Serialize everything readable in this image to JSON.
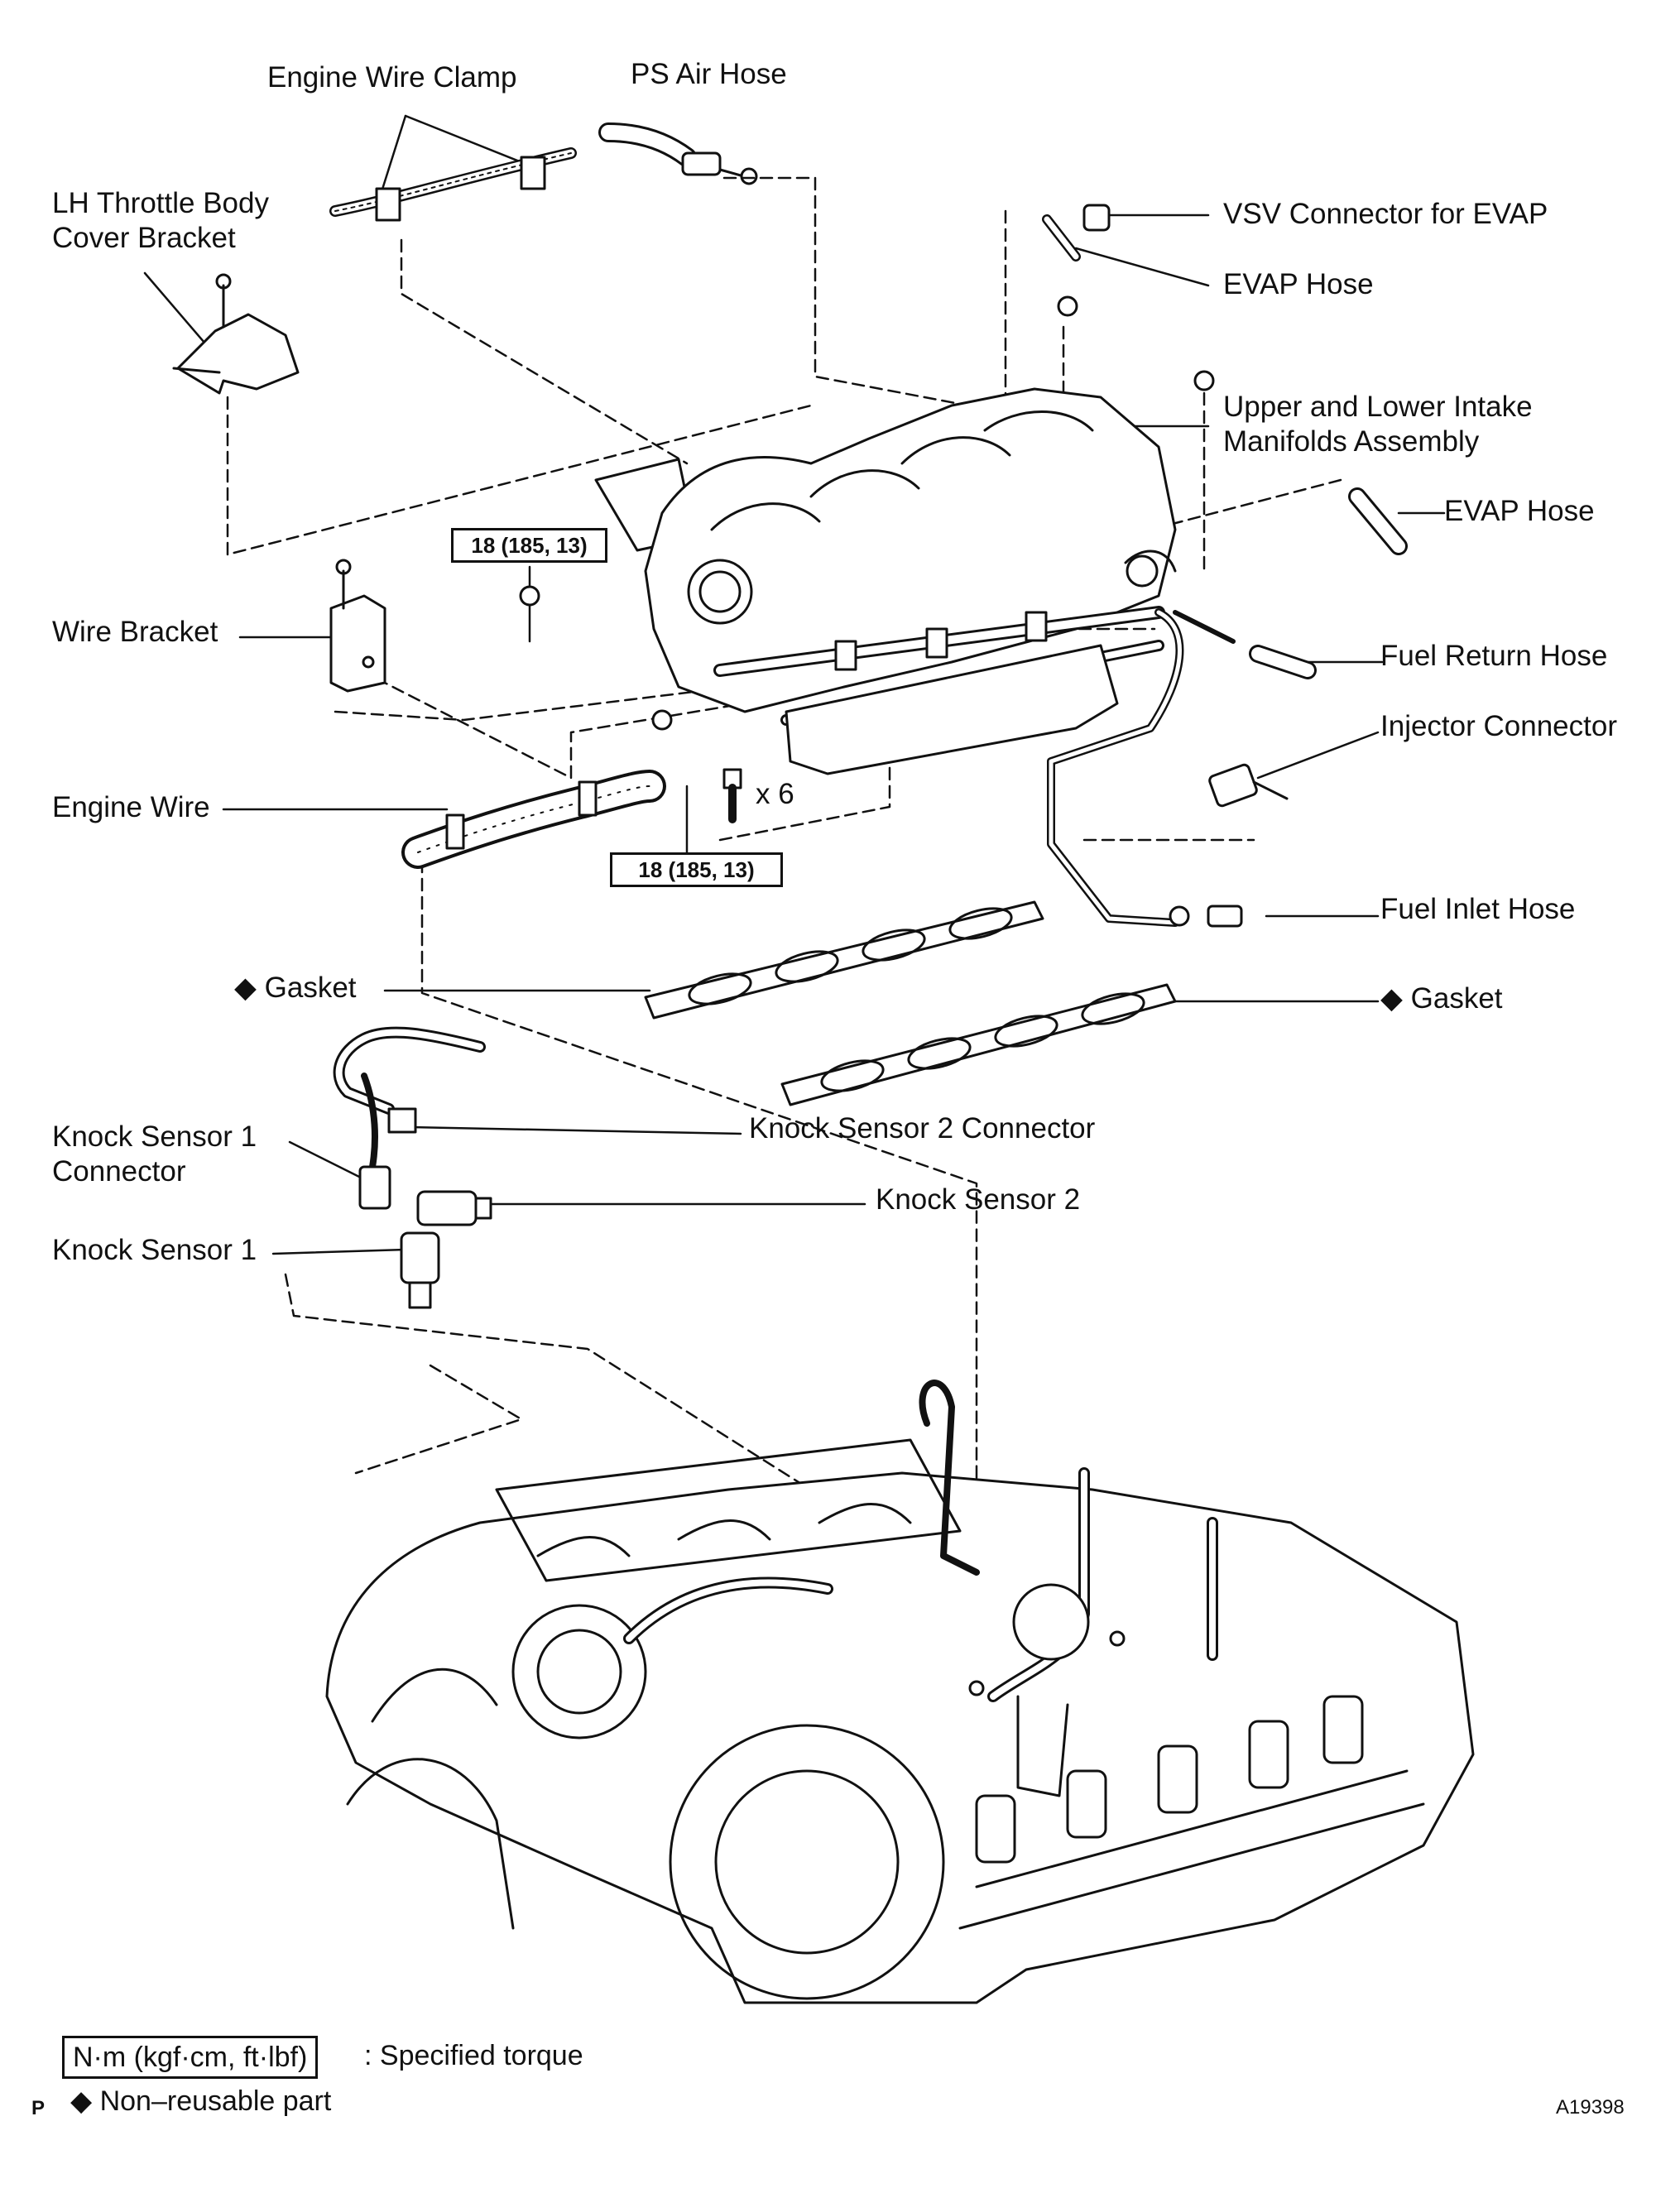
{
  "labels": {
    "engine_wire_clamp": "Engine Wire Clamp",
    "ps_air_hose": "PS Air Hose",
    "lh_throttle_line1": "LH Throttle Body",
    "lh_throttle_line2": "Cover Bracket",
    "vsv_connector": "VSV Connector for EVAP",
    "evap_hose_top": "EVAP Hose",
    "manifold_line1": "Upper and Lower Intake",
    "manifold_line2": "Manifolds Assembly",
    "evap_hose_right": "EVAP Hose",
    "wire_bracket": "Wire Bracket",
    "fuel_return_hose": "Fuel Return Hose",
    "injector_connector": "Injector Connector",
    "engine_wire": "Engine Wire",
    "bolt_count": "x 6",
    "fuel_inlet_hose": "Fuel Inlet Hose",
    "gasket_left": "◆ Gasket",
    "gasket_right": "◆ Gasket",
    "knock_sensor_2_connector": "Knock Sensor 2 Connector",
    "knock_sensor_1_conn_line1": "Knock Sensor  1",
    "knock_sensor_1_conn_line2": "Connector",
    "knock_sensor_2": "Knock Sensor 2",
    "knock_sensor_1": "Knock Sensor 1"
  },
  "torque": {
    "nut_spec": "18 (185, 13)",
    "bolt_spec": "18 (185, 13)"
  },
  "legend": {
    "unit_box": "N·m (kgf·cm, ft·lbf)",
    "unit_desc": ": Specified torque",
    "non_reusable": "◆  Non–reusable part",
    "corner_letter": "P",
    "figure_id": "A19398"
  }
}
